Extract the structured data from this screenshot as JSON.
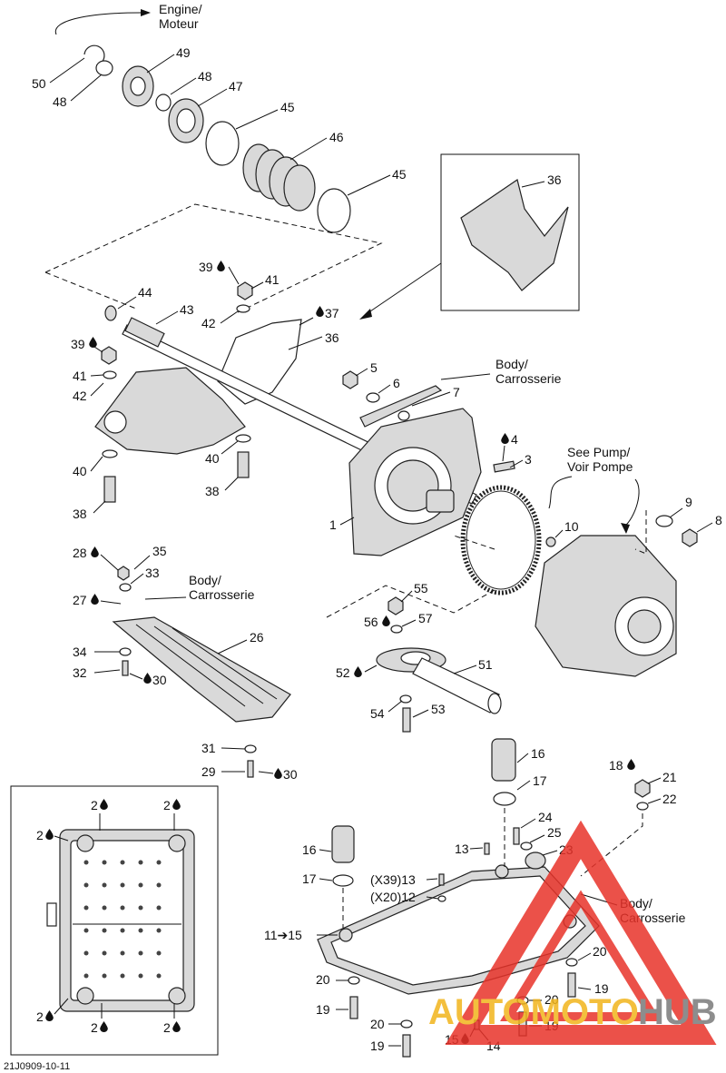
{
  "labels": {
    "engine_moteur": "Engine/\nMoteur",
    "body_carrosserie": "Body/\nCarrosserie",
    "see_pump": "See Pump/\nVoir Pompe",
    "x39_13": "(X39)13",
    "x20_12": "(X20)12",
    "eleven_15": "11➔15",
    "doc_id": "21J0909-10-11"
  },
  "callouts": [
    "1",
    "3",
    "4",
    "5",
    "6",
    "7",
    "8",
    "9",
    "10",
    "12",
    "13",
    "14",
    "15",
    "16",
    "17",
    "18",
    "19",
    "20",
    "21",
    "22",
    "23",
    "24",
    "25",
    "26",
    "27",
    "28",
    "29",
    "30",
    "31",
    "32",
    "33",
    "34",
    "35",
    "36",
    "37",
    "38",
    "39",
    "40",
    "41",
    "42",
    "43",
    "44",
    "45",
    "46",
    "47",
    "48",
    "49",
    "50",
    "51",
    "52",
    "53",
    "54",
    "55",
    "56",
    "57",
    "2"
  ],
  "watermark": {
    "text_auto": "AUTOMOTO",
    "text_hub": "HUB",
    "color_red": "#e8332a",
    "color_yellow": "#f2b51c",
    "color_gray": "#7a7a7a"
  },
  "drop_icon": "drop-icon"
}
